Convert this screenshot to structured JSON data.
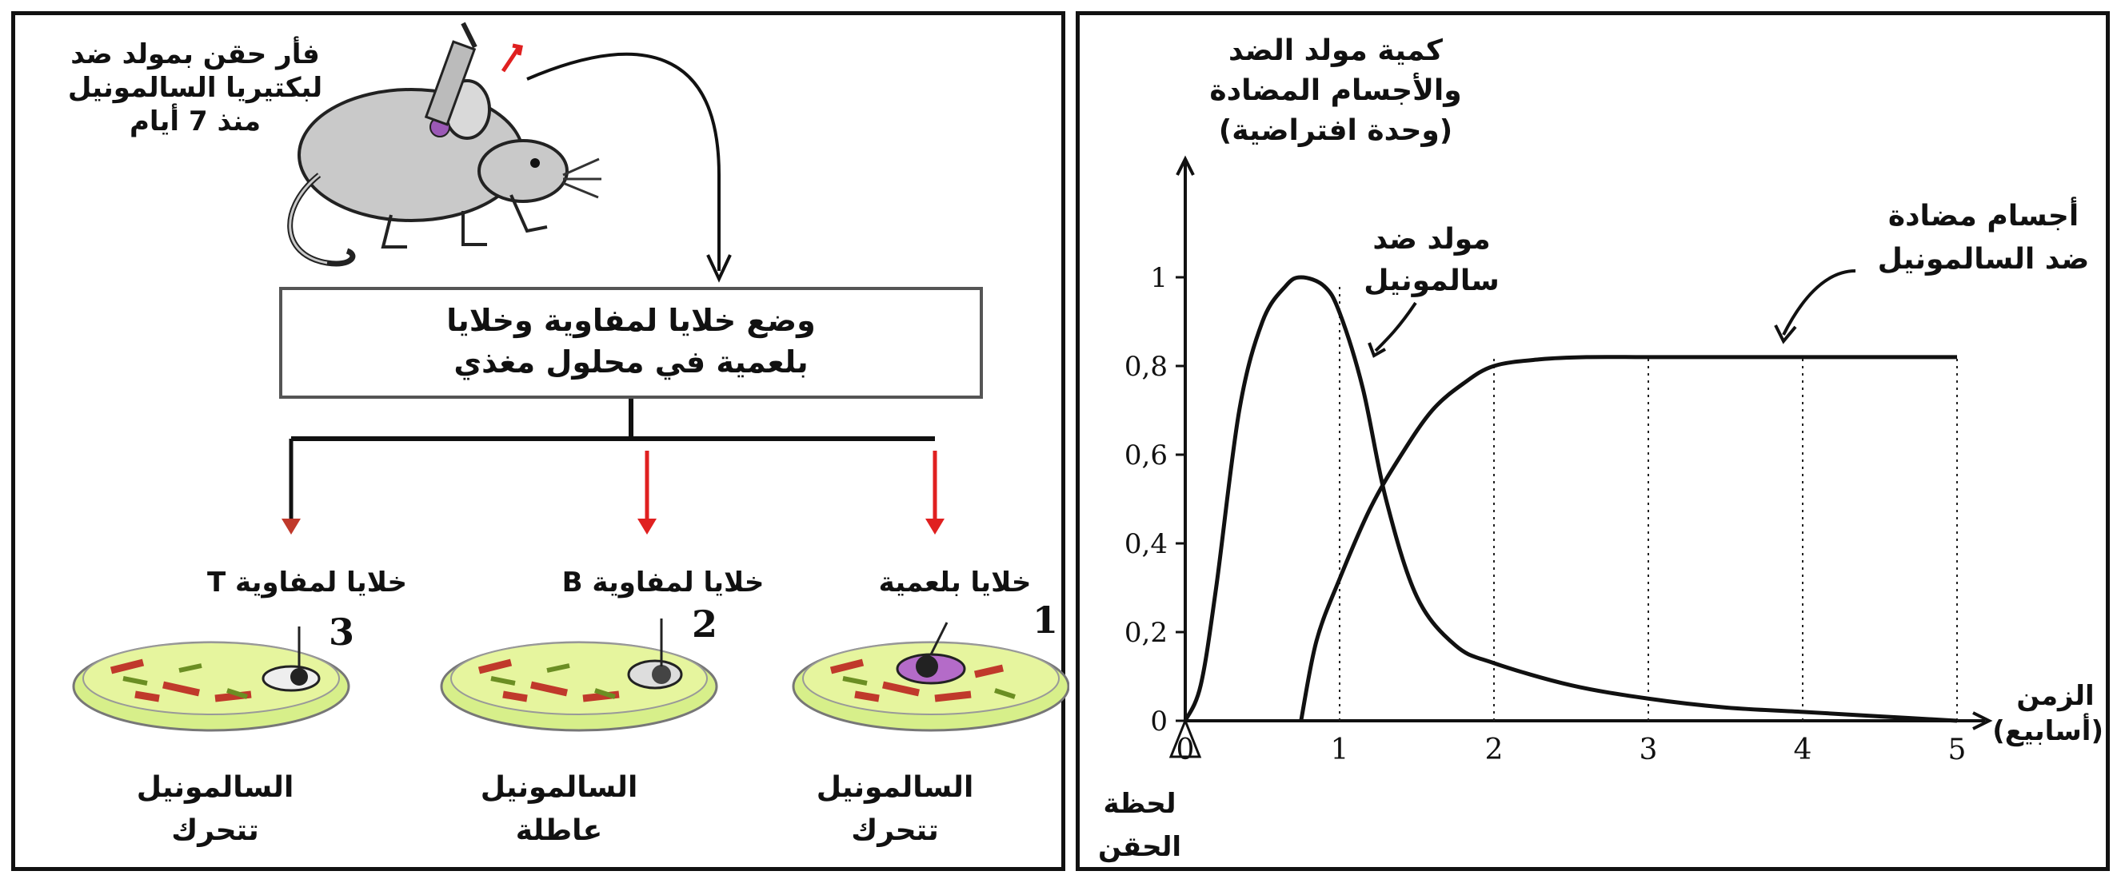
{
  "left_panel": {
    "mouse_caption_lines": [
      "فأر حقن بمولد ضد",
      "لبكتيريا السالمونيل",
      "منذ 7 أيام"
    ],
    "culture_box_lines": [
      "وضع خلايا لمفاوية وخلايا",
      "بلعمية في محلول مغذي"
    ],
    "dishes": [
      {
        "number": "1",
        "label": "خلايا بلعمية",
        "result_lines": [
          "السالمونيل",
          "تتحرك"
        ]
      },
      {
        "number": "2",
        "label": "خلايا لمفاوية B",
        "result_lines": [
          "السالمونيل",
          "عاطلة"
        ]
      },
      {
        "number": "3",
        "label": "خلايا لمفاوية T",
        "result_lines": [
          "السالمونيل",
          "تتحرك"
        ]
      }
    ]
  },
  "chart_data": {
    "type": "line",
    "ylabel_lines": [
      "كمية مولد الضد",
      "والأجسام المضادة",
      "(وحدة افتراضية)"
    ],
    "xlabel_lines": [
      "الزمن",
      "(أسابيع)"
    ],
    "origin_label_lines": [
      "لحظة",
      "الحقن"
    ],
    "x_ticks": [
      "0",
      "1",
      "2",
      "3",
      "4",
      "5"
    ],
    "y_ticks": [
      "0",
      "0,2",
      "0,4",
      "0,6",
      "0,8",
      "1"
    ],
    "xlim": [
      0,
      5
    ],
    "ylim": [
      0,
      1
    ],
    "series": [
      {
        "name_lines": [
          "مولد ضد",
          "سالمونيل"
        ],
        "x": [
          0,
          0.1,
          0.2,
          0.35,
          0.5,
          0.65,
          0.75,
          0.9,
          1.0,
          1.15,
          1.3,
          1.5,
          1.75,
          2.0,
          2.5,
          3.0,
          3.5,
          4.0,
          4.5,
          5.0
        ],
        "y": [
          0,
          0.08,
          0.3,
          0.7,
          0.9,
          0.98,
          1.0,
          0.98,
          0.92,
          0.75,
          0.5,
          0.28,
          0.17,
          0.13,
          0.08,
          0.05,
          0.03,
          0.02,
          0.01,
          0.0
        ]
      },
      {
        "name_lines": [
          "أجسام مضادة",
          "ضد السالمونيل"
        ],
        "x": [
          0.75,
          0.85,
          1.0,
          1.2,
          1.4,
          1.6,
          1.8,
          2.0,
          2.3,
          2.6,
          3.0,
          3.5,
          4.0,
          4.5,
          5.0
        ],
        "y": [
          0,
          0.18,
          0.32,
          0.48,
          0.6,
          0.7,
          0.76,
          0.8,
          0.815,
          0.82,
          0.82,
          0.82,
          0.82,
          0.82,
          0.82
        ]
      }
    ],
    "dotted_guides_x": [
      1,
      2,
      3,
      4,
      5
    ],
    "grid": false
  }
}
